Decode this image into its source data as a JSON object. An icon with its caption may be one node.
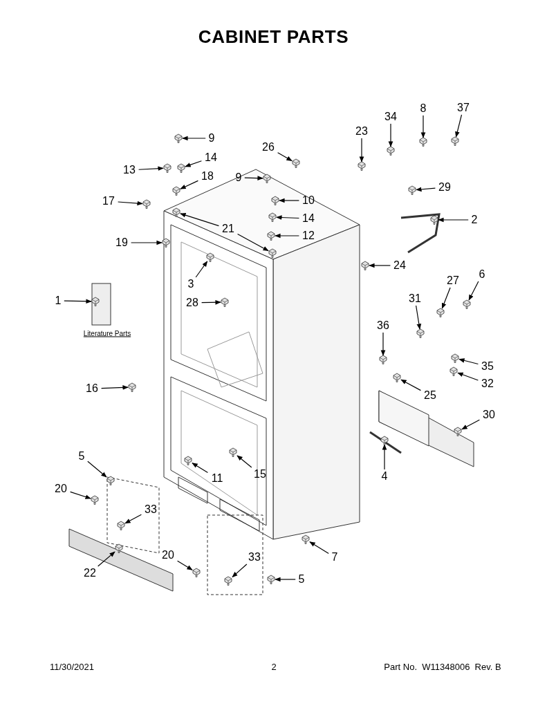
{
  "diagram": {
    "title": "CABINET PARTS",
    "nodes": [
      {
        "text": [
          "9"
        ]
      },
      {
        "text": [
          "14"
        ]
      },
      {
        "text": [
          "13"
        ]
      },
      {
        "text": [
          "18"
        ]
      },
      {
        "text": [
          "17"
        ]
      },
      {
        "text": [
          "21"
        ]
      },
      {
        "text": [
          "19"
        ]
      },
      {
        "text": [
          "26"
        ]
      },
      {
        "text": [
          "9"
        ]
      },
      {
        "text": [
          "10"
        ]
      },
      {
        "text": [
          "14"
        ]
      },
      {
        "text": [
          "12"
        ]
      },
      {
        "text": [
          "3"
        ]
      },
      {
        "text": [
          "28"
        ]
      },
      {
        "text": [
          "1"
        ]
      },
      {
        "text": [
          "23"
        ]
      },
      {
        "text": [
          "34"
        ]
      },
      {
        "text": [
          "8"
        ]
      },
      {
        "text": [
          "37"
        ]
      },
      {
        "text": [
          "29"
        ]
      },
      {
        "text": [
          "2"
        ]
      },
      {
        "text": [
          "24"
        ]
      },
      {
        "text": [
          "6"
        ]
      },
      {
        "text": [
          "27"
        ]
      },
      {
        "text": [
          "31"
        ]
      },
      {
        "text": [
          "36"
        ]
      },
      {
        "text": [
          "35"
        ]
      },
      {
        "text": [
          "32"
        ]
      },
      {
        "text": [
          "25"
        ]
      },
      {
        "text": [
          "30"
        ]
      },
      {
        "text": [
          "4"
        ]
      },
      {
        "text": [
          "16"
        ]
      },
      {
        "text": [
          "11"
        ]
      },
      {
        "text": [
          "15"
        ]
      },
      {
        "text": [
          "5"
        ]
      },
      {
        "text": [
          "20"
        ]
      },
      {
        "text": [
          "33"
        ]
      },
      {
        "text": [
          "22"
        ]
      },
      {
        "text": [
          "20"
        ]
      },
      {
        "text": [
          "33"
        ]
      },
      {
        "text": [
          "5"
        ]
      },
      {
        "text": [
          "7"
        ]
      },
      {
        "text": [],
        "shape": "picture"
      },
      {
        "text": [],
        "shape": "picture"
      },
      {
        "text": [],
        "shape": "picture"
      },
      {
        "text": [],
        "shape": "picture"
      },
      {
        "text": [],
        "shape": "picture"
      },
      {
        "text": [],
        "shape": "picture"
      },
      {
        "text": [],
        "shape": "picture"
      },
      {
        "text": [],
        "shape": "picture"
      },
      {
        "text": [],
        "shape": "picture"
      },
      {
        "text": [],
        "shape": "picture"
      },
      {
        "text": [],
        "shape": "picture"
      },
      {
        "text": [],
        "shape": "picture"
      },
      {
        "text": [],
        "shape": "picture"
      },
      {
        "text": [],
        "shape": "picture"
      },
      {
        "text": [],
        "shape": "picture"
      },
      {
        "text": [],
        "shape": "picture"
      },
      {
        "text": [],
        "shape": "picture"
      },
      {
        "text": [],
        "shape": "picture"
      },
      {
        "text": [],
        "shape": "picture"
      },
      {
        "text": [],
        "shape": "picture"
      },
      {
        "text": [],
        "shape": "picture"
      },
      {
        "text": [],
        "shape": "picture"
      },
      {
        "text": [],
        "shape": "picture"
      },
      {
        "text": [],
        "shape": "picture"
      },
      {
        "text": [],
        "shape": "picture"
      },
      {
        "text": [],
        "shape": "picture"
      },
      {
        "text": [],
        "shape": "picture"
      },
      {
        "text": [],
        "shape": "picture"
      },
      {
        "text": [],
        "shape": "picture"
      },
      {
        "text": [],
        "shape": "picture"
      },
      {
        "text": [],
        "shape": "picture"
      },
      {
        "text": [],
        "shape": "picture"
      },
      {
        "text": [],
        "shape": "picture"
      },
      {
        "text": [],
        "shape": "picture"
      },
      {
        "text": [],
        "shape": "picture"
      },
      {
        "text": [],
        "shape": "picture"
      },
      {
        "text": [],
        "shape": "picture"
      },
      {
        "text": [],
        "shape": "picture"
      },
      {
        "text": [],
        "shape": "picture"
      },
      {
        "text": [],
        "shape": "picture"
      },
      {
        "text": [],
        "shape": "picture"
      },
      {
        "text": [],
        "shape": "picture"
      },
      {
        "text": [],
        "shape": "picture"
      }
    ],
    "edges": [
      {
        "from": 0,
        "to": 42,
        "arrow": "to"
      },
      {
        "from": 1,
        "to": 43,
        "arrow": "to"
      },
      {
        "from": 2,
        "to": 44,
        "arrow": "to"
      },
      {
        "from": 3,
        "to": 45,
        "arrow": "to"
      },
      {
        "from": 4,
        "to": 46,
        "arrow": "to"
      },
      {
        "from": 5,
        "to": 47,
        "arrow": "to"
      },
      {
        "from": 5,
        "to": 48,
        "arrow": "to"
      },
      {
        "from": 6,
        "to": 49,
        "arrow": "to"
      },
      {
        "from": 7,
        "to": 50,
        "arrow": "to"
      },
      {
        "from": 8,
        "to": 51,
        "arrow": "to"
      },
      {
        "from": 9,
        "to": 52,
        "arrow": "to"
      },
      {
        "from": 10,
        "to": 53,
        "arrow": "to"
      },
      {
        "from": 11,
        "to": 54,
        "arrow": "to"
      },
      {
        "from": 12,
        "to": 55,
        "arrow": "to"
      },
      {
        "from": 13,
        "to": 56,
        "arrow": "to"
      },
      {
        "from": 14,
        "to": 57,
        "arrow": "to"
      },
      {
        "from": 15,
        "to": 58,
        "arrow": "to"
      },
      {
        "from": 16,
        "to": 59,
        "arrow": "to"
      },
      {
        "from": 17,
        "to": 60,
        "arrow": "to"
      },
      {
        "from": 18,
        "to": 61,
        "arrow": "to"
      },
      {
        "from": 19,
        "to": 62,
        "arrow": "to"
      },
      {
        "from": 20,
        "to": 63,
        "arrow": "to"
      },
      {
        "from": 21,
        "to": 64,
        "arrow": "to"
      },
      {
        "from": 22,
        "to": 65,
        "arrow": "to"
      },
      {
        "from": 23,
        "to": 66,
        "arrow": "to"
      },
      {
        "from": 24,
        "to": 67,
        "arrow": "to"
      },
      {
        "from": 25,
        "to": 68,
        "arrow": "to"
      },
      {
        "from": 26,
        "to": 69,
        "arrow": "to"
      },
      {
        "from": 27,
        "to": 70,
        "arrow": "to"
      },
      {
        "from": 28,
        "to": 71,
        "arrow": "to"
      },
      {
        "from": 29,
        "to": 72,
        "arrow": "to"
      },
      {
        "from": 30,
        "to": 73,
        "arrow": "to"
      },
      {
        "from": 31,
        "to": 74,
        "arrow": "to"
      },
      {
        "from": 32,
        "to": 75,
        "arrow": "to"
      },
      {
        "from": 33,
        "to": 76,
        "arrow": "to"
      },
      {
        "from": 34,
        "to": 77,
        "arrow": "to"
      },
      {
        "from": 35,
        "to": 78,
        "arrow": "to"
      },
      {
        "from": 36,
        "to": 79,
        "arrow": "to"
      },
      {
        "from": 37,
        "to": 80,
        "arrow": "to"
      },
      {
        "from": 38,
        "to": 81,
        "arrow": "to"
      },
      {
        "from": 39,
        "to": 82,
        "arrow": "to"
      },
      {
        "from": 40,
        "to": 83,
        "arrow": "to"
      },
      {
        "from": 41,
        "to": 84,
        "arrow": "to"
      }
    ],
    "labels": [
      "Literature Parts",
      "11/30/2021",
      "2",
      "Part No.  W11348006  Rev. B"
    ]
  }
}
